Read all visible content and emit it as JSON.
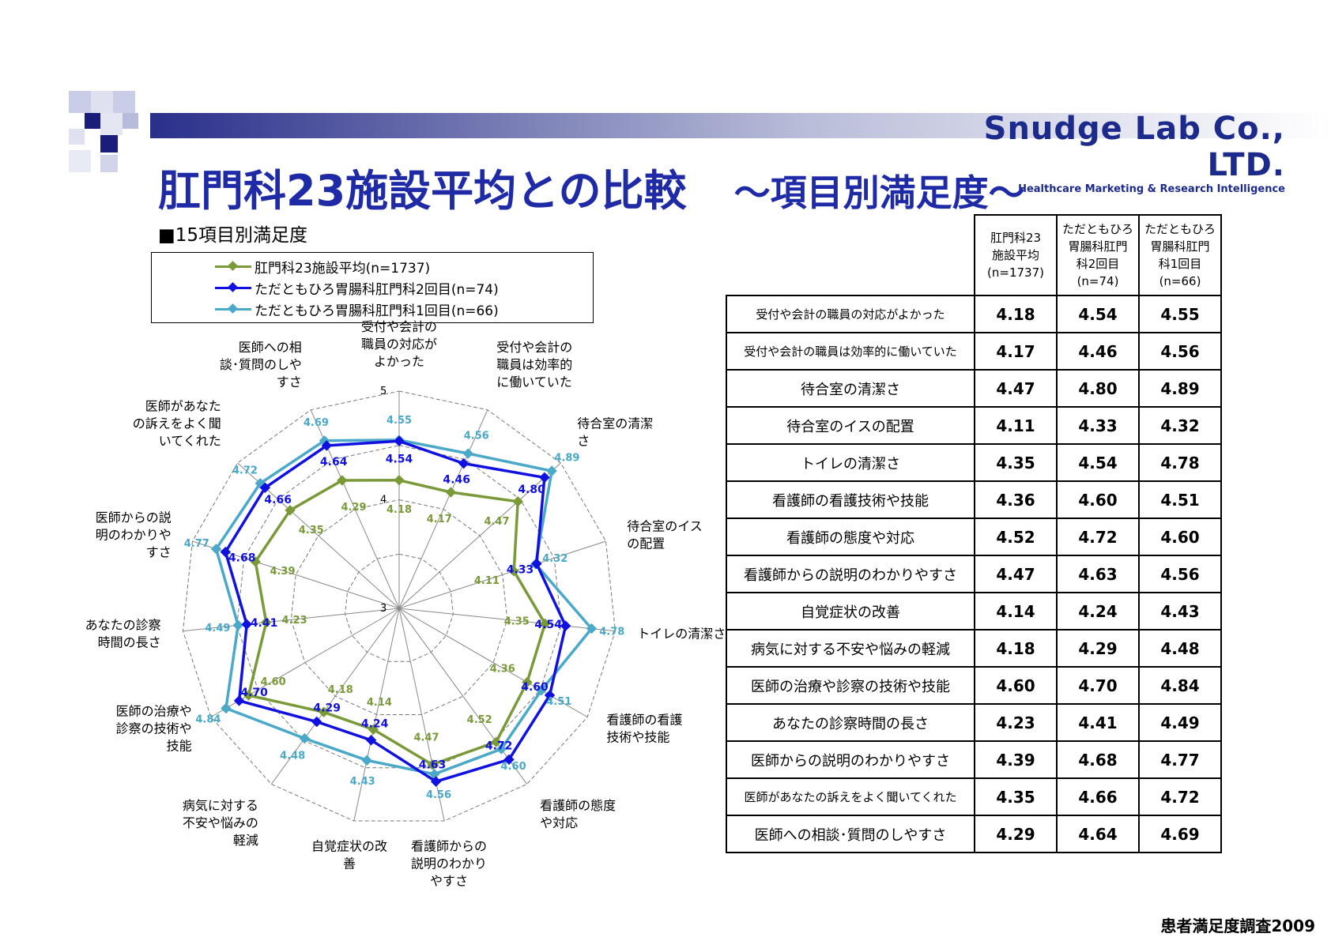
{
  "brand": {
    "name": "Snudge Lab Co., LTD.",
    "tagline": "Healthcare Marketing & Research Intelligence"
  },
  "title": {
    "main": "肛門科23施設平均との比較",
    "sub": "～項目別満足度～"
  },
  "section_label": "■15項目別満足度",
  "colors": {
    "avg": "#7a9a3a",
    "second": "#1010e0",
    "first": "#4aa8c8",
    "title": "#1f2aa6"
  },
  "chart_data": {
    "type": "radar",
    "rlim": [
      3,
      5
    ],
    "ticks": [
      "3",
      "4",
      "5"
    ],
    "legend_position": "top-left",
    "categories": [
      "受付や会計の職員の対応がよかった",
      "受付や会計の職員は効率的に働いていた",
      "待合室の清潔さ",
      "待合室のイスの配置",
      "トイレの清潔さ",
      "看護師の看護技術や技能",
      "看護師の態度や対応",
      "看護師からの説明のわかりやすさ",
      "自覚症状の改善",
      "病気に対する不安や悩みの軽減",
      "医師の治療や診察の技術や技能",
      "あなたの診察時間の長さ",
      "医師からの説明のわかりやすさ",
      "医師があなたの訴えをよく聞いてくれた",
      "医師への相談･質問のしやすさ"
    ],
    "axis_labels": [
      [
        "受付や会計の",
        "職員の対応が",
        "よかった"
      ],
      [
        "受付や会計の",
        "職員は効率的",
        "に働いていた"
      ],
      [
        "待合室の清潔",
        "さ"
      ],
      [
        "待合室のイス",
        "の配置"
      ],
      [
        "トイレの清潔さ"
      ],
      [
        "看護師の看護",
        "技術や技能"
      ],
      [
        "看護師の態度",
        "や対応"
      ],
      [
        "看護師からの",
        "説明のわかり",
        "やすさ"
      ],
      [
        "自覚症状の改",
        "善"
      ],
      [
        "病気に対する",
        "不安や悩みの",
        "軽減"
      ],
      [
        "医師の治療や",
        "診察の技術や",
        "技能"
      ],
      [
        "あなたの診察",
        "時間の長さ"
      ],
      [
        "医師からの説",
        "明のわかりや",
        "すさ"
      ],
      [
        "医師があなた",
        "の訴えをよく聞",
        "いてくれた"
      ],
      [
        "医師への相",
        "談･質問のしや",
        "すさ"
      ]
    ],
    "series": [
      {
        "name": "肛門科23施設平均(n=1737)",
        "values": [
          4.18,
          4.17,
          4.47,
          4.11,
          4.35,
          4.36,
          4.52,
          4.47,
          4.14,
          4.18,
          4.6,
          4.23,
          4.39,
          4.35,
          4.29
        ]
      },
      {
        "name": "ただともひろ胃腸科肛門科2回目(n=74)",
        "values": [
          4.54,
          4.46,
          4.8,
          4.33,
          4.54,
          4.6,
          4.72,
          4.63,
          4.24,
          4.29,
          4.7,
          4.41,
          4.68,
          4.66,
          4.64
        ]
      },
      {
        "name": "ただともひろ胃腸科肛門科1回目(n=66)",
        "values": [
          4.55,
          4.56,
          4.89,
          4.32,
          4.78,
          4.51,
          4.6,
          4.56,
          4.43,
          4.48,
          4.84,
          4.49,
          4.77,
          4.72,
          4.69
        ]
      }
    ]
  },
  "table": {
    "headers": [
      [
        "肛門科23",
        "施設平均",
        "(n=1737)"
      ],
      [
        "ただともひろ",
        "胃腸科肛門",
        "科2回目",
        "(n=74)"
      ],
      [
        "ただともひろ",
        "胃腸科肛門",
        "科1回目",
        "(n=66)"
      ]
    ],
    "rows": [
      {
        "label": "受付や会計の職員の対応がよかった",
        "avg": "4.18",
        "second": "4.54",
        "first": "4.55"
      },
      {
        "label": "受付や会計の職員は効率的に働いていた",
        "avg": "4.17",
        "second": "4.46",
        "first": "4.56"
      },
      {
        "label": "待合室の清潔さ",
        "avg": "4.47",
        "second": "4.80",
        "first": "4.89"
      },
      {
        "label": "待合室のイスの配置",
        "avg": "4.11",
        "second": "4.33",
        "first": "4.32"
      },
      {
        "label": "トイレの清潔さ",
        "avg": "4.35",
        "second": "4.54",
        "first": "4.78"
      },
      {
        "label": "看護師の看護技術や技能",
        "avg": "4.36",
        "second": "4.60",
        "first": "4.51"
      },
      {
        "label": "看護師の態度や対応",
        "avg": "4.52",
        "second": "4.72",
        "first": "4.60"
      },
      {
        "label": "看護師からの説明のわかりやすさ",
        "avg": "4.47",
        "second": "4.63",
        "first": "4.56"
      },
      {
        "label": "自覚症状の改善",
        "avg": "4.14",
        "second": "4.24",
        "first": "4.43"
      },
      {
        "label": "病気に対する不安や悩みの軽減",
        "avg": "4.18",
        "second": "4.29",
        "first": "4.48"
      },
      {
        "label": "医師の治療や診察の技術や技能",
        "avg": "4.60",
        "second": "4.70",
        "first": "4.84"
      },
      {
        "label": "あなたの診察時間の長さ",
        "avg": "4.23",
        "second": "4.41",
        "first": "4.49"
      },
      {
        "label": "医師からの説明のわかりやすさ",
        "avg": "4.39",
        "second": "4.68",
        "first": "4.77"
      },
      {
        "label": "医師があなたの訴えをよく聞いてくれた",
        "avg": "4.35",
        "second": "4.66",
        "first": "4.72"
      },
      {
        "label": "医師への相談･質問のしやすさ",
        "avg": "4.29",
        "second": "4.64",
        "first": "4.69"
      }
    ]
  },
  "footer": "患者満足度調査2009"
}
